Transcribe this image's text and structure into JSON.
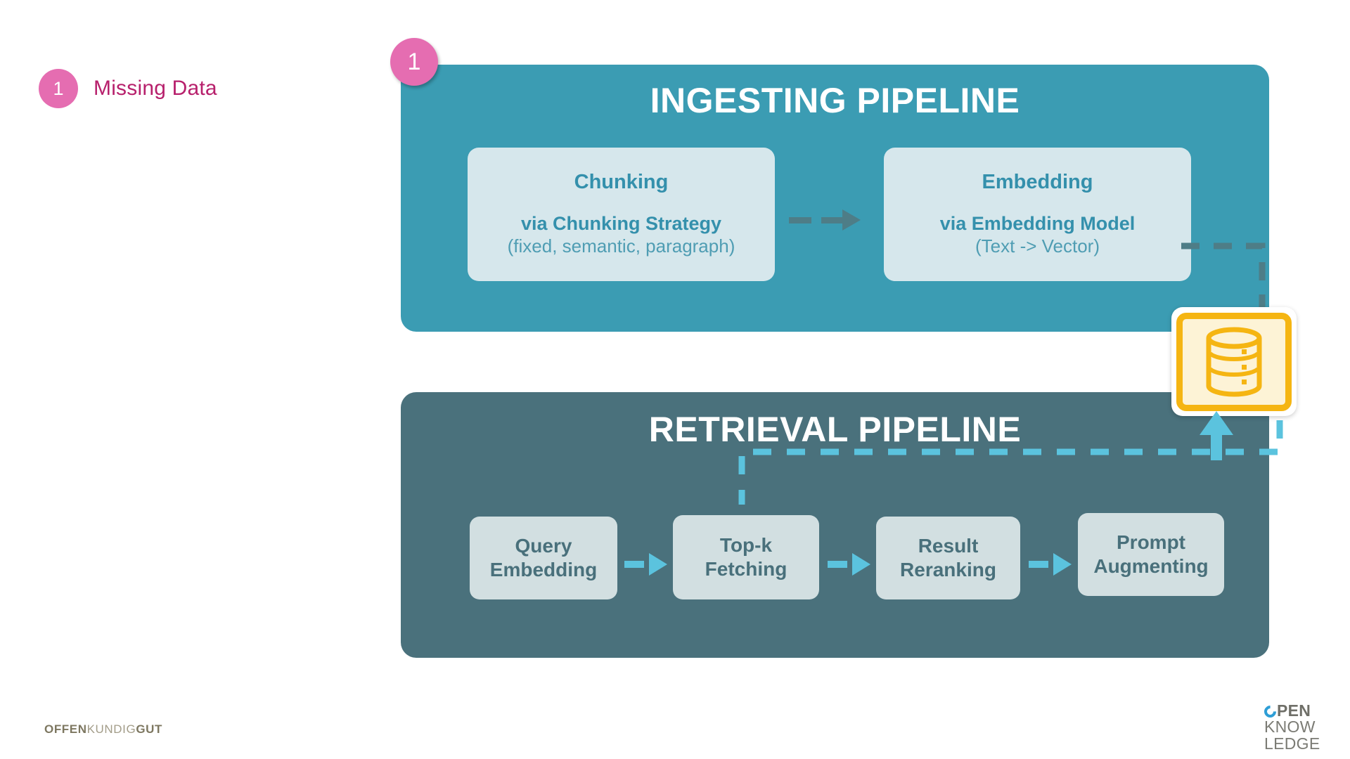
{
  "callout": {
    "badge": "1",
    "label": "Missing Data",
    "badge_color": "#e56db1",
    "label_color": "#b7206c"
  },
  "ingesting": {
    "badge": "1",
    "title": "INGESTING PIPELINE",
    "panel_color": "#3b9cb3",
    "stages": [
      {
        "title": "Chunking",
        "subtitle_bold": "via Chunking Strategy",
        "subtitle_light": "(fixed, semantic, paragraph)"
      },
      {
        "title": "Embedding",
        "subtitle_bold": "via Embedding Model",
        "subtitle_light": "(Text -> Vector)"
      }
    ]
  },
  "retrieval": {
    "title": "RETRIEVAL PIPELINE",
    "panel_color": "#4a717c",
    "stages": [
      {
        "line1": "Query",
        "line2": "Embedding"
      },
      {
        "line1": "Top-k",
        "line2": "Fetching"
      },
      {
        "line1": "Result",
        "line2": "Reranking"
      },
      {
        "line1": "Prompt",
        "line2": "Augmenting"
      }
    ]
  },
  "datastore": {
    "icon": "database-icon",
    "accent_color": "#f5b512",
    "fill_color": "#fdf3d6"
  },
  "connectors": {
    "ingest_arrow_color": "#4e7d87",
    "retrieval_arrow_color": "#5bc3de",
    "embed_to_db_color": "#4e7d87",
    "db_to_topk_color": "#5bc3de"
  },
  "footer": {
    "left_logo": {
      "part1": "OFFEN",
      "part2": "KUNDIG",
      "part3": "GUT"
    },
    "right_logo": {
      "line1a": "O",
      "line1b": "PEN",
      "line2": "KNOW",
      "line3": "LEDGE"
    }
  }
}
